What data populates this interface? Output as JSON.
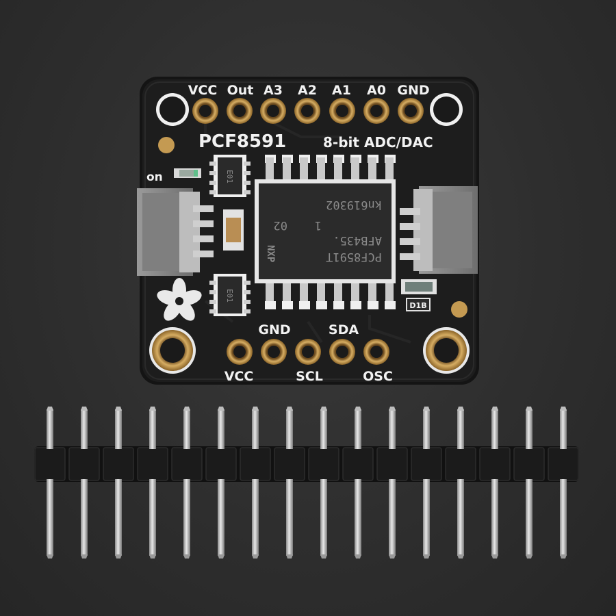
{
  "board": {
    "top_pins": [
      "VCC",
      "Out",
      "A3",
      "A2",
      "A1",
      "A0",
      "GND"
    ],
    "title": "PCF8591",
    "subtitle": "8-bit ADC/DAC",
    "power_label": "on",
    "bottom_pins_top_row": [
      "GND",
      "SDA"
    ],
    "bottom_pins_bottom_row": [
      "VCC",
      "SCL",
      "OSC"
    ],
    "chip_lines": [
      "PCF8591T",
      "AFB435.",
      "02",
      "1",
      "kn619302"
    ],
    "chip_logo": "NXP",
    "small_ic_label": "E01",
    "small_ic2_label": "E01",
    "diode_label": "D1B"
  },
  "header": {
    "pin_count": 16
  },
  "colors": {
    "background": "#2e2e2e",
    "pcb": "#1c1c1c",
    "silkscreen": "#f2f2f2",
    "gold": "#c49a52",
    "pin_metal": "#cfcfcf"
  }
}
